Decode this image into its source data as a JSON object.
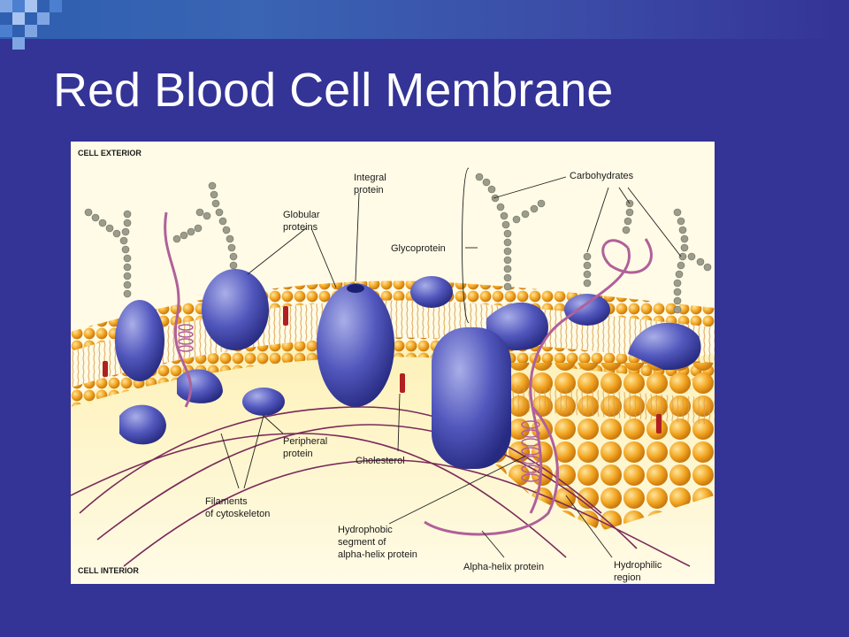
{
  "slide": {
    "title": "Red Blood Cell Membrane",
    "colors": {
      "background": "#343396",
      "band": "#3a64b4",
      "title": "#ffffff"
    }
  },
  "figure": {
    "corner_labels": {
      "top": "CELL EXTERIOR",
      "bottom": "CELL INTERIOR"
    },
    "labels": {
      "integral_protein": [
        "Integral",
        "protein"
      ],
      "globular_proteins": [
        "Globular",
        "proteins"
      ],
      "glycoprotein": "Glycoprotein",
      "carbohydrates": "Carbohydrates",
      "peripheral_protein": [
        "Peripheral",
        "protein"
      ],
      "cholesterol": "Cholesterol",
      "filaments": [
        "Filaments",
        "of cytoskeleton"
      ],
      "hydrophobic_segment": [
        "Hydrophobic",
        "segment of",
        "alpha-helix protein"
      ],
      "alpha_helix_protein": "Alpha-helix protein",
      "hydrophilic_region": [
        "Hydrophilic",
        "region"
      ]
    },
    "colors": {
      "lipid_head": "#f2a521",
      "protein": "#4a4fb0",
      "cytoplasm": "#fdf1b8",
      "helix": "#b0609a",
      "cholesterol": "#b02020",
      "carbohydrate": "#9c9c8c"
    }
  }
}
